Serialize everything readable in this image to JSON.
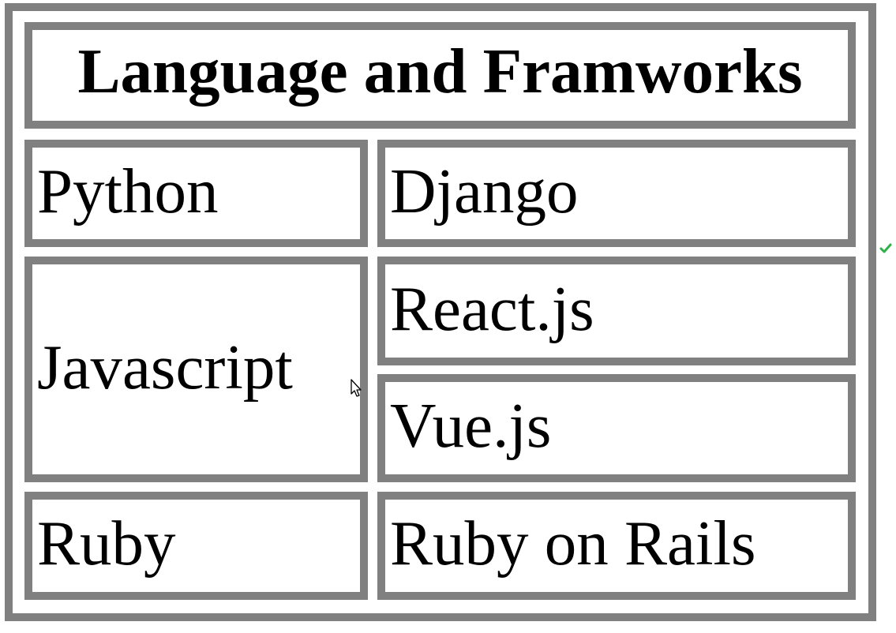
{
  "table": {
    "header": "Language and Framworks",
    "rows": [
      {
        "language": "Python",
        "frameworks": [
          "Django"
        ]
      },
      {
        "language": "Javascript",
        "frameworks": [
          "React.js",
          "Vue.js"
        ]
      },
      {
        "language": "Ruby",
        "frameworks": [
          "Ruby on Rails"
        ]
      }
    ]
  },
  "colors": {
    "border": "#808080",
    "background": "#ffffff",
    "text": "#000000",
    "check_mark": "#2db14a"
  },
  "icons": {
    "cursor": "mouse-pointer-icon",
    "side_mark": "check-icon"
  }
}
